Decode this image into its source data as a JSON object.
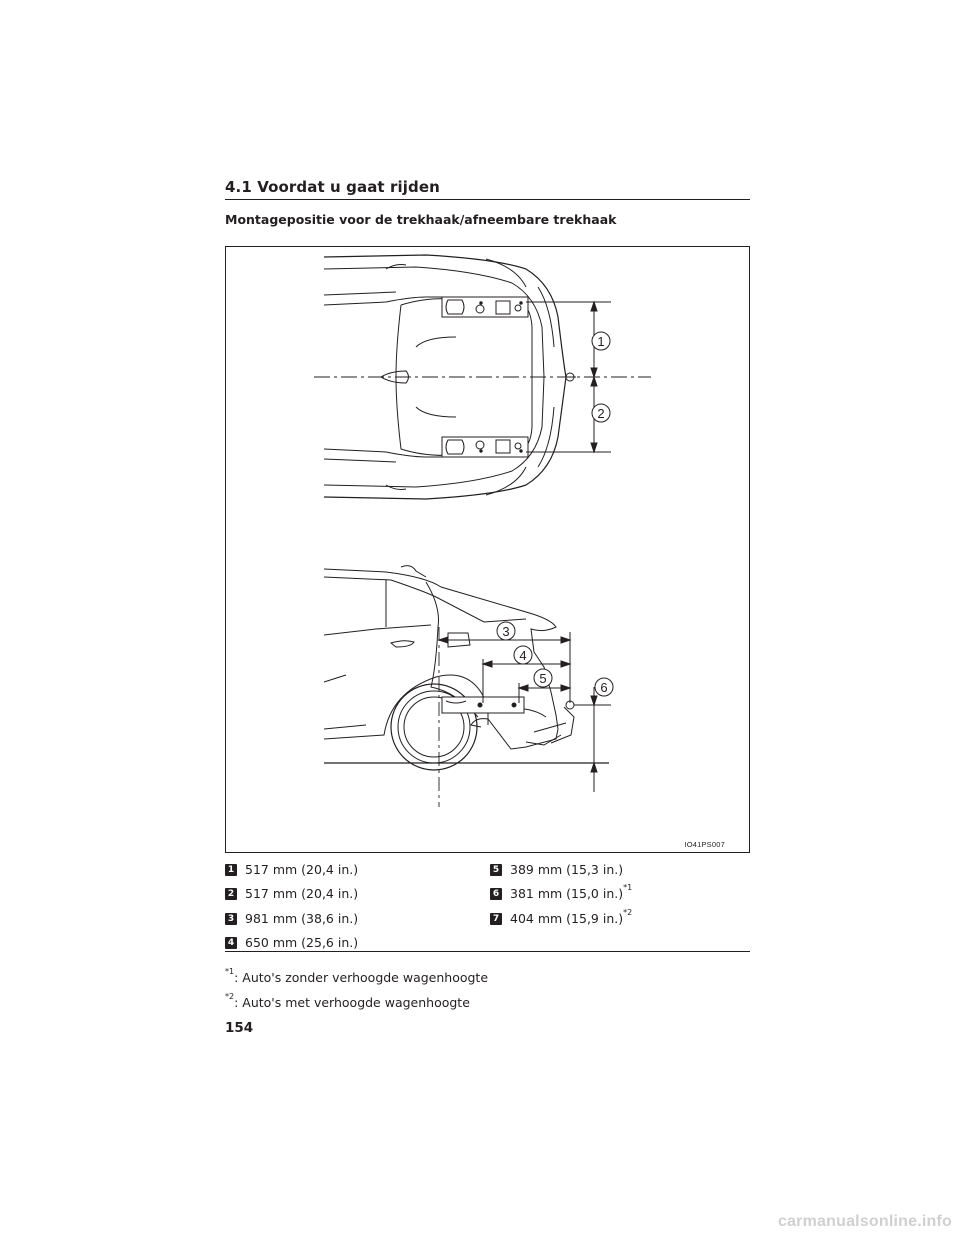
{
  "header": {
    "section_title": "4.1  Voordat u gaat rijden",
    "subheading": "Montagepositie voor de trekhaak/afneembare trekhaak"
  },
  "figure": {
    "code": "IO41PS007",
    "callouts": [
      "1",
      "2",
      "3",
      "4",
      "5",
      "6"
    ]
  },
  "legend": {
    "left": [
      {
        "num": "1",
        "text": "517 mm (20,4 in.)",
        "note": ""
      },
      {
        "num": "2",
        "text": "517 mm (20,4 in.)",
        "note": ""
      },
      {
        "num": "3",
        "text": "981 mm (38,6 in.)",
        "note": ""
      },
      {
        "num": "4",
        "text": "650 mm (25,6 in.)",
        "note": ""
      }
    ],
    "right": [
      {
        "num": "5",
        "text": "389 mm (15,3 in.)",
        "note": ""
      },
      {
        "num": "6",
        "text": "381 mm (15,0 in.)",
        "note": "*1"
      },
      {
        "num": "7",
        "text": "404 mm (15,9 in.)",
        "note": "*2"
      }
    ]
  },
  "footnotes": [
    {
      "mark": "*1",
      "text": ": Auto's zonder verhoogde wagenhoogte"
    },
    {
      "mark": "*2",
      "text": ": Auto's met verhoogde wagenhoogte"
    }
  ],
  "page_number": "154",
  "watermark": "carmanualsonline.info"
}
